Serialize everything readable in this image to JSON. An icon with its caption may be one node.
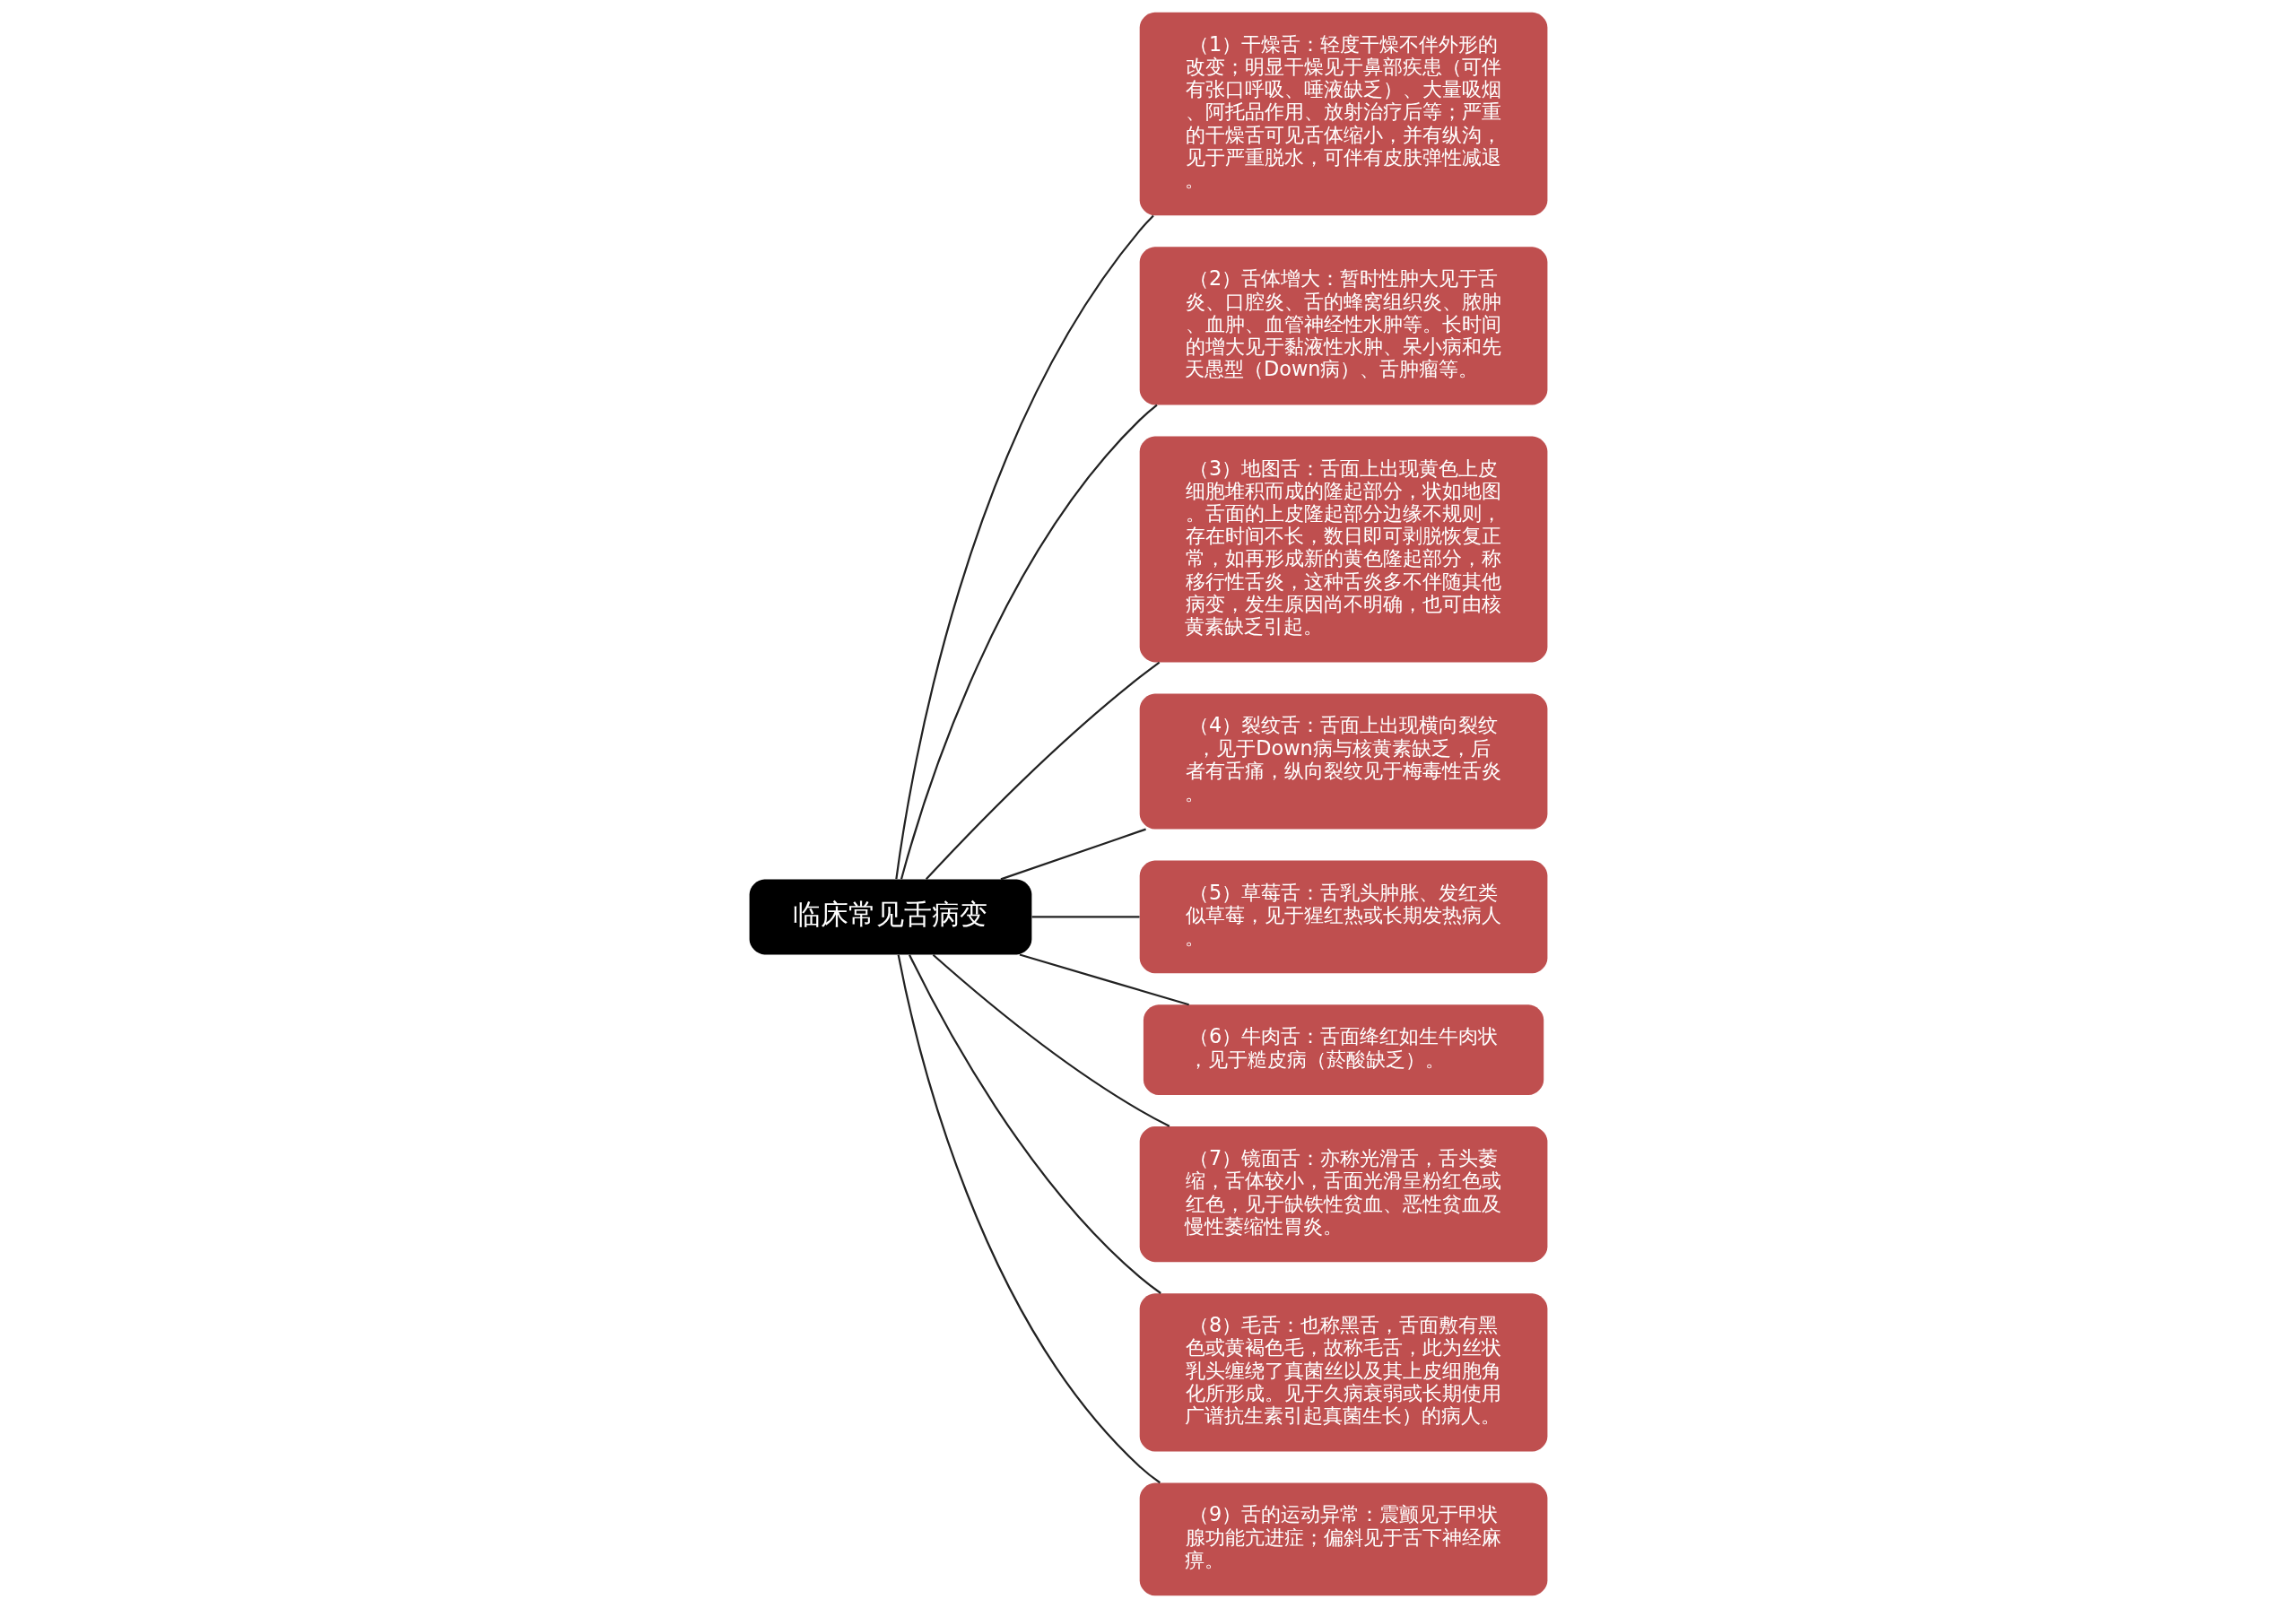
{
  "diagram": {
    "nodes": [
      {
        "text": [
          "临床常见舌病变"
        ]
      },
      {
        "text": [
          "（1）干燥舌：轻度干燥不伴外形的改变；明显干燥见于鼻部疾患（可伴有张口呼吸、唾液缺乏）、大量吸烟、阿托品作用、放射治疗后等；严重的干燥舌可见舌体缩小，并有纵沟，见于严重脱水，可伴有皮肤弹性减退。"
        ]
      },
      {
        "text": [
          "（2）舌体增大：暂时性肿大见于舌炎、口腔炎、舌的蜂窝组织炎、脓肿、血肿、血管神经性水肿等。长时间的增大见于黏液性水肿、呆小病和先天愚型（Down病）、舌肿瘤等。"
        ]
      },
      {
        "text": [
          "（3）地图舌：舌面上出现黄色上皮细胞堆积而成的隆起部分，状如地图。舌面的上皮隆起部分边缘不规则，存在时间不长，数日即可剥脱恢复正常，如再形成新的黄色隆起部分，称移行性舌炎，这种舌炎多不伴随其他病变，发生原因尚不明确，也可由核黄素缺乏引起。"
        ]
      },
      {
        "text": [
          "（4）裂纹舌：舌面上出现横向裂纹，见于Down病与核黄素缺乏，后者有舌痛，纵向裂纹见于梅毒性舌炎。"
        ]
      },
      {
        "text": [
          "（5）草莓舌：舌乳头肿胀、发红类似草莓，见于猩红热或长期发热病人。"
        ]
      },
      {
        "text": [
          "（6）牛肉舌：舌面绛红如生牛肉状，见于糙皮病（菸酸缺乏）。"
        ]
      },
      {
        "text": [
          "（7）镜面舌：亦称光滑舌，舌头萎缩，舌体较小，舌面光滑呈粉红色或红色，见于缺铁性贫血、恶性贫血及慢性萎缩性胃炎。"
        ]
      },
      {
        "text": [
          "（8）毛舌：也称黑舌，舌面敷有黑色或黄褐色毛，故称毛舌，此为丝状乳头缠绕了真菌丝以及其上皮细胞角化所形成。见于久病衰弱或长期使用广谱抗生素引起真菌生长）的病人。"
        ]
      },
      {
        "text": [
          "（9）舌的运动异常：震颤见于甲状腺功能亢进症；偏斜见于舌下神经麻痹。"
        ]
      }
    ],
    "edges": [
      {
        "from": 0,
        "to": 1,
        "arrow": "none"
      },
      {
        "from": 0,
        "to": 2,
        "arrow": "none"
      },
      {
        "from": 0,
        "to": 3,
        "arrow": "none"
      },
      {
        "from": 0,
        "to": 4,
        "arrow": "none"
      },
      {
        "from": 0,
        "to": 5,
        "arrow": "none"
      },
      {
        "from": 0,
        "to": 6,
        "arrow": "none"
      },
      {
        "from": 0,
        "to": 7,
        "arrow": "none"
      },
      {
        "from": 0,
        "to": 8,
        "arrow": "none"
      },
      {
        "from": 0,
        "to": 9,
        "arrow": "none"
      }
    ]
  }
}
